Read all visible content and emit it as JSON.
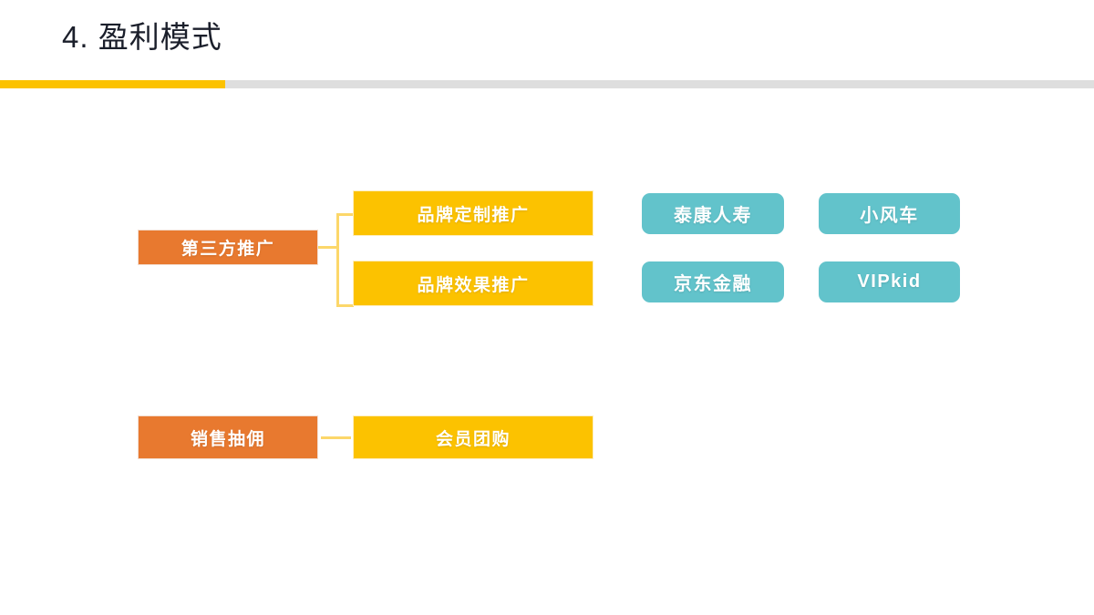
{
  "slide": {
    "title": "4. 盈利模式",
    "accent_color": "#fcc200",
    "track_color": "#dedede",
    "title_color": "#1b1f2b",
    "background": "#ffffff"
  },
  "colors": {
    "orange": "#e8792f",
    "yellow": "#fcc200",
    "teal": "#62c3cb",
    "connector": "#fcd76a"
  },
  "diagram": {
    "branches": [
      {
        "root": "第三方推广",
        "children": [
          {
            "label": "品牌定制推广",
            "examples": [
              "泰康人寿",
              "小风车"
            ]
          },
          {
            "label": "品牌效果推广",
            "examples": [
              "京东金融",
              "VIPkid"
            ]
          }
        ]
      },
      {
        "root": "销售抽佣",
        "children": [
          {
            "label": "会员团购",
            "examples": []
          }
        ]
      }
    ]
  }
}
